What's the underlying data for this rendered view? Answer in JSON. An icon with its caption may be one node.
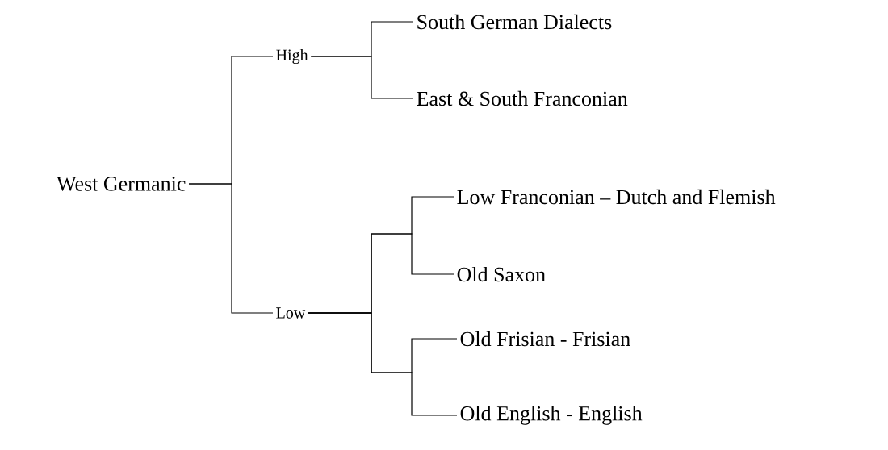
{
  "diagram": {
    "nodes": [
      {
        "text": [
          "West Germanic"
        ]
      },
      {
        "text": [
          "High"
        ]
      },
      {
        "text": [
          "Low"
        ]
      },
      {
        "text": [
          "South German Dialects"
        ]
      },
      {
        "text": [
          "East & South Franconian"
        ]
      },
      {
        "text": [
          "Low Franconian – Dutch and Flemish"
        ]
      },
      {
        "text": [
          "Old Saxon"
        ]
      },
      {
        "text": [
          "Old Frisian - Frisian"
        ]
      },
      {
        "text": [
          "Old English - English"
        ]
      }
    ],
    "edges": [
      {
        "from": 0,
        "to": 1,
        "arrow": "none"
      },
      {
        "from": 0,
        "to": 2,
        "arrow": "none"
      },
      {
        "from": 1,
        "to": 3,
        "arrow": "none"
      },
      {
        "from": 1,
        "to": 4,
        "arrow": "none"
      },
      {
        "from": 2,
        "to": 5,
        "arrow": "none"
      },
      {
        "from": 2,
        "to": 6,
        "arrow": "none"
      },
      {
        "from": 2,
        "to": 7,
        "arrow": "none"
      },
      {
        "from": 2,
        "to": 8,
        "arrow": "none"
      }
    ]
  }
}
